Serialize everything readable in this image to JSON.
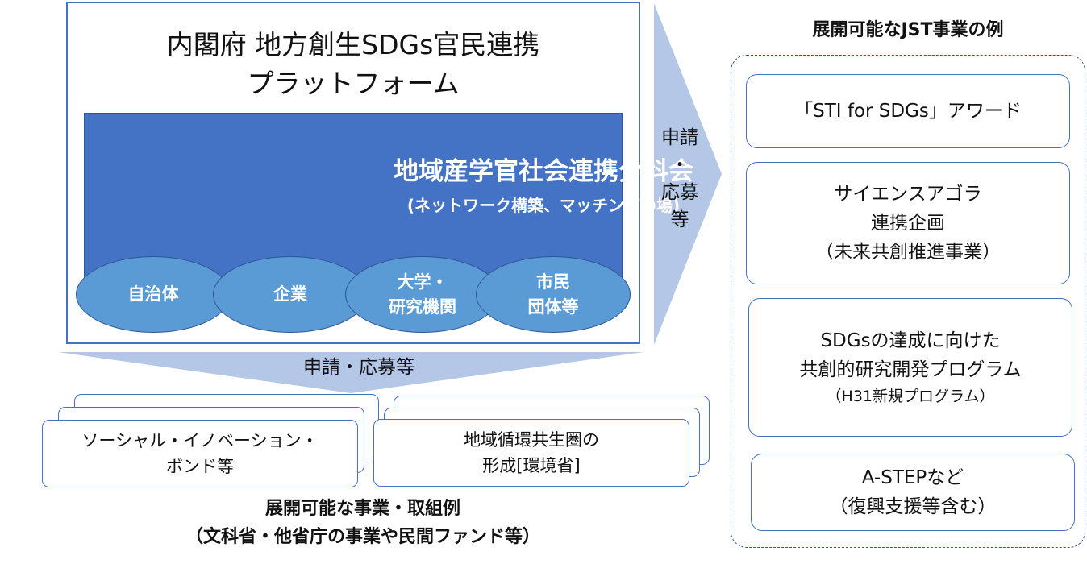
{
  "platform": {
    "title_line1": "内閣府 地方創生SDGs官民連携",
    "title_line2": "プラットフォーム",
    "subcommittee": {
      "title": "地域産学官社会連携分科会",
      "subtitle": "(ネットワーク構築、マッチングの場)"
    },
    "members": [
      {
        "line1": "自治体",
        "line2": ""
      },
      {
        "line1": "企業",
        "line2": ""
      },
      {
        "line1": "大学・",
        "line2": "研究機関"
      },
      {
        "line1": "市民",
        "line2": "団体等"
      }
    ]
  },
  "arrows": {
    "right_label": [
      "申請",
      "・",
      "応募",
      "等"
    ],
    "down_label": "申請・応募等"
  },
  "other_programs": {
    "items": [
      {
        "line1": "ソーシャル・イノベーション・",
        "line2": "ボンド等"
      },
      {
        "line1": "地域循環共生圏の",
        "line2": "形成[環境省]"
      }
    ],
    "caption_line1": "展開可能な事業・取組例",
    "caption_line2": "（文科省・他省庁の事業や民間ファンド等）"
  },
  "jst": {
    "heading": "展開可能なJST事業の例",
    "items": [
      {
        "lines": [
          "「STI for SDGs」アワード"
        ],
        "note": ""
      },
      {
        "lines": [
          "サイエンスアゴラ",
          "連携企画",
          "（未来共創推進事業）"
        ],
        "note": ""
      },
      {
        "lines": [
          "SDGsの達成に向けた",
          "共創的研究開発プログラム"
        ],
        "note": "（H31新規プログラム）"
      },
      {
        "lines": [
          "A-STEPなど",
          "（復興支援等含む）"
        ],
        "note": ""
      }
    ]
  },
  "colors": {
    "primary_blue": "#4472c4",
    "ellipse_blue": "#5b9bd5",
    "arrow_fill": "#b4c7e7",
    "border_dark": "#2f5597"
  }
}
